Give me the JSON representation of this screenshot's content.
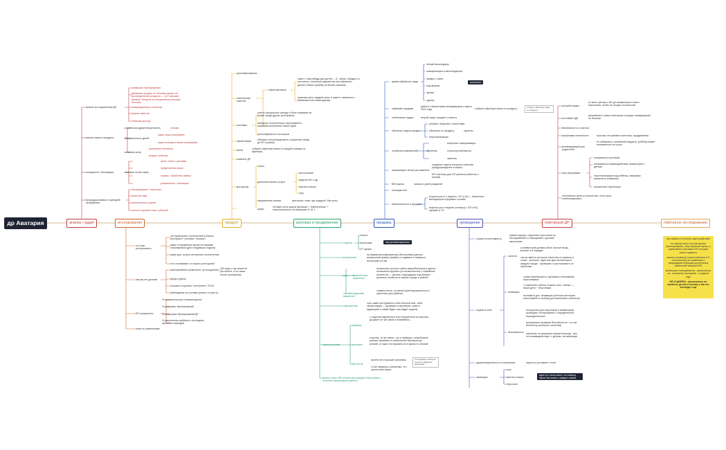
{
  "root": "др Аватария",
  "branches": {
    "b1": "анализ / аудит",
    "b2": "исследование",
    "b3": "продукт",
    "b4": "реклама и продвижение",
    "b5": "продажа",
    "b6": "проведение",
    "b7": "повторный ДР",
    "b8": "повторное исследование"
  },
  "audit": {
    "a1": "анализ по покупателям ДР",
    "a2": "конверсия бронирования",
    "a3": "движение продаж по сезонам (фокус на распределении ресурсов — на \"хорошие месяцы\" вложить во внутреннюю рекламу больше)",
    "a4": "возвращаемость клиентов",
    "a5": "анализ пакетов",
    "a6": "тематика для др",
    "a7": "анализ самого продукта",
    "a8": "клиентская удовлетворенность",
    "a9": "отзывы",
    "a10": "вовлеченность детей",
    "a11": "какие зоны популярнее",
    "a12": "какие позиции в меню популярнее",
    "a13": "качество услуг",
    "a14": "различные интересы",
    "a15": "возраст ребенка",
    "a16": "конкуренты / бенчмарки",
    "a17": "похожие на все мире",
    "a18": "цена / ниши / реклама",
    "a19": "предложения связи",
    "a20": "сервис / обработка заявок",
    "a21": "развлечения / анимация",
    "a22": "процедура заявки и сценарий проведения",
    "a23": "обслуживание / персонал",
    "a24": "качество еды",
    "a25": "вовлеченность детей",
    "a26": "чистота игровой зоны / уборной"
  },
  "research": {
    "r1": "что нам интересовать",
    "r2": "что привлекает посетителей в нашем ресторане? (техника \"почему\")",
    "r3": "какие отправления является самыми популярными (для следующих подачи)",
    "r4": "какие доп. услуги интересны посетителям",
    "r5": "что отталкивает от нашего ресторана?",
    "r6": "как мы это делаем",
    "r7": "анкетирование (компонент за поощрение)",
    "r8": "QR-коды с пул-анкетой (на анкете, а на заказ после посещения)",
    "r9": "фокус-группы",
    "r10": "отзывы в соцсетях / интернете / 2ГИС",
    "r11": "наблюдение за гостями (клиент, из фото)",
    "r12": "KPI результаты",
    "r13": "% положительных отзывов/оценок",
    "r14": "% успешных бронирований",
    "r15": "% повторных бронирований ДР",
    "r16": "% увеличения прибыли с последних прошлых периодов",
    "r17": "план по изменениям"
  },
  "product": {
    "p1": "ценообразование",
    "p2": "наполнение пакетов",
    "p3": "обратная связь",
    "p4": "пакет с чем-нибудь для детей — 5 - меню, обсудить и посчитать, несколько вариантов или убрать/не делать бизнес quantity из бизнес-анализа",
    "p5": "пересмотреть каждый пункт в пакете, сменился с базовыми или невыгодными",
    "p6": "построение новых идей",
    "p7": "костюмы",
    "p8": "учесть актуальные тренды и быть первыми на рынке среди других ресторанов",
    "p9": "выбирать относительно персонажей и возраста",
    "p10": "разнообразность костюмов",
    "p11": "презентация",
    "p12": "обновить актуализировать и закрепить инфу до ЕП страниц",
    "p13": "меню",
    "p14": "собрать обратную связь по каждой позиции (в единице)",
    "p15": "комнаты ДР",
    "p16": "торты",
    "p17": "доп.доход",
    "p18": "дополнительные услуги",
    "p19": "фотосъемка",
    "p20": "видеоотчёт о др",
    "p21": "мастер-классы",
    "p22": "шоу",
    "p23": "оформление комнат",
    "p24": "фотозона: тема, где подарки? бас-кеты",
    "p25": "шары",
    "p26": "готовые сеты шаров (включая + тематическое + персональность по размерам S, M, L"
  },
  "ads": {
    "m1": "соцсети",
    "m2": "тексты",
    "m3": "инстаграм",
    "m4": "внутренний маркетинг",
    "m5": "VT группы",
    "m6": "ретаргетинг",
    "m7": "на бумажном информаторе (без/особые) делить актуальный флюер (флаер) и подавать в номера в инстаграм гостям",
    "m8": "маркетинг",
    "m9": "инфлюенсер маркетинг",
    "m10": "посмотреть рынок и найти микроблогеров в одного-нескольких крупных (по возможности) с семейным контентом — детьми, подходящих под возраст целевого сегмента в нашем городе и районе",
    "m11": "офлайн/оффлайн маркетинг",
    "m12": "совместность, по своей ориентированности в сдельные для ребенок",
    "m13": "партнёрство",
    "m14": "хоть какие инструменты либо бесплатные, либо своим медиа — проверить партнёров, охват и аудиторию и какой будет наш будет подъем",
    "m15": "таргет реклама",
    "m16": "офферы",
    "m17": "с отдалом маркетинга или конкурентом на купонах, да даже тот же какой сталкиваюсь...",
    "m18": "креативы",
    "m19": "в целом, то же самое, что и офферы, попробовать разные креативы от шаблонных баннеров до реалий, а также тестировать их в каком-то объеме",
    "m20": "А/В тесты",
    "m21": "протестить хорошие креативы",
    "m22": "Тестировать гипотезы в целях офферов/креативов",
    "m23": "то же офферы и креативы, что протестили выше",
    "m24": "можно снять 360 ролики для каждого персонажа и отсылать аниматоров клиенту"
  },
  "sales": {
    "s1": "время обработки лида",
    "s2": "чёткий мессенджер",
    "s3": "коммуникация в мессенджерах",
    "s4": "заявка с сайта",
    "s5": "лид формы",
    "s6": "звонки",
    "s7": "сделка",
    "s8": "коллцентр",
    "s9": "оффлайн продажи",
    "s10": "работа с банкетными менеджерами с марта 2024 года",
    "s11": "собрать обратную связь по продукту",
    "s12": "стабильные кадры",
    "s13": "второй сидит продает и анкеты",
    "s14": "утешает общение с клиентами",
    "s15": "обучение отдела продаж",
    "s16": "обучение по продукту",
    "s17": "скрипты",
    "s18": "персонализация",
    "s19": "отработка возражений",
    "s20": "обучение",
    "s21": "искусство коммуникации",
    "s22": "стрессоустойчивость",
    "s23": "эмпатия",
    "s24": "промоакции/ чёткие регламенты",
    "s25": "создание отдела контроля качества (предупреждение в марте)",
    "s26": "KPI-система для ОП (анкеты/ работать с иными)",
    "s27": "B2B рынок",
    "s28": "начали с дней рождений",
    "s29": "геомаркетинг",
    "s30": "вовлеченность в продажи",
    "s31": "встреча раз в 2 недели с ОП и КЦ — банкетных менеджеров в формате онлайн",
    "s32": "встреча раз в неделю (четверг) с ОП и КЦ офлайн в ТО"
  },
  "conduct": {
    "c1": "сервис по регламенту",
    "c2": "новый подход к обучению персонала по обслуживанию и обращению с детьми/ взрослыми",
    "c3": "сервис в зоне",
    "c4": "чистота",
    "c5": "у аниматоров должны быть чистые вещи, разные и в порядке",
    "c6": "так же ввести контроль качества по сервису в зонах - успешно, один или два инспектора в каждом городе - проверить и растолковать по обучению",
    "c7": "анимация",
    "c8": "снова пересмотреть сценарии с ключевыми персонажами",
    "c9": "1 компонент работы в мини-зоне, сейчас — наше дело + персонажи",
    "c10": "поставить доп. анимацию (шестая категория персонажей по выбору для маленьких клиентов)",
    "c11": "безопасность",
    "c12": "инструктаж для персонала и аниматоров, проводить тестирование с определенной периодичностью",
    "c13": "регулярные проверки безопасности - тот же инспектор (контроль качества)",
    "c14": "обучение по оказанию первой помощи - все, кто взаимодействует с детьми, как минимум",
    "c15": "удовлетворенность в отношениях",
    "c16": "скрипты, регламент, отчет",
    "c17": "анимация",
    "c18": "шоу",
    "c19": "мастер классы",
    "c20": "идеи тут очень много, но сначала нужно посчитать и увидеть самой",
    "c21": "персонал"
  },
  "repeat": {
    "q1": "лучший сервис",
    "q2": "от всего центра с ВП до аниматоров и всего персонала, чтобы не стыдно за качество",
    "q3": "итоговый ЧДК",
    "q4": "разработать новые повторные позиции, возвращение по личным",
    "q5": "безопасность и чистота",
    "q6": "программа лояльности",
    "q7": "простая, интуитивно понятная, продуманная",
    "q8": "мотивирующий для родителей",
    "q9": "не забываем о семейном бюджете, ребёнку может понравиться сто услуг",
    "q10": "шоу-программы",
    "q11": "понравились костюмы",
    "q12": "понравилось взаимодействие аниматоров с детьми",
    "q13": "персонализация под ребёнка, например: разрешить раскраску",
    "q14": "актуальные персонажи",
    "q15": "постоянные цены и количество, если цена, стабилизировать"
  },
  "note": {
    "n1": "все зависит от полного цикла действий",
    "n2": "не сверяю всего эти повторения (анкетирования, сбор обратной связи), а единственно ключевые KPI которые смогут сравнить",
    "n3": "анализ отзывов (в количественном и % соотношении) по сравнению с предыдущим периодом до внесения изменений/ метрика NPS",
    "n4": "мониторинг посещаемости - увеличилось ли - повторное посещение - в разрезе года",
    "n5": "KPI И ЦИФРЫ - увеличилось ли прибыль да или и почему, и как это выглядит еще"
  }
}
